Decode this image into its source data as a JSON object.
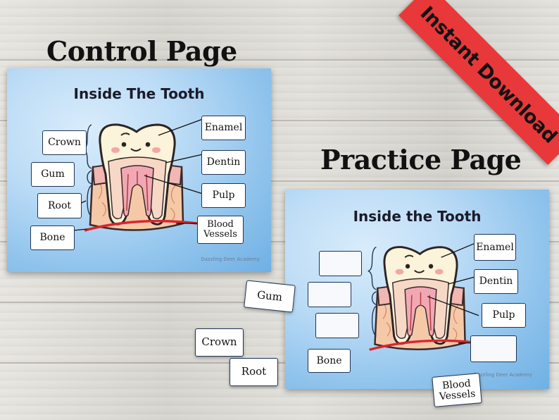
{
  "headings": {
    "control": "Control Page",
    "practice": "Practice Page"
  },
  "ribbon": {
    "label": "Instant Download"
  },
  "control_page": {
    "title": "Inside The Tooth",
    "credit": "Dazzling Deer Academy",
    "labels": {
      "crown": "Crown",
      "gum": "Gum",
      "root": "Root",
      "bone": "Bone",
      "enamel": "Enamel",
      "dentin": "Dentin",
      "pulp": "Pulp",
      "blood_vessels_line1": "Blood",
      "blood_vessels_line2": "Vessels"
    }
  },
  "practice_page": {
    "title": "Inside the Tooth",
    "credit": "Dazzling Deer Academy",
    "labels": {
      "enamel": "Enamel",
      "dentin": "Dentin",
      "pulp": "Pulp",
      "bone": "Bone"
    }
  },
  "loose_cards": {
    "gum": "Gum",
    "crown": "Crown",
    "root": "Root",
    "blood_vessels_line1": "Blood",
    "blood_vessels_line2": "Vessels"
  },
  "colors": {
    "ribbon": "#e8383a",
    "label_border": "#1f3556",
    "blood_vessel": "#d8262c",
    "gum_pink": "#f2b7b2",
    "enamel_cream": "#fbf3da"
  }
}
